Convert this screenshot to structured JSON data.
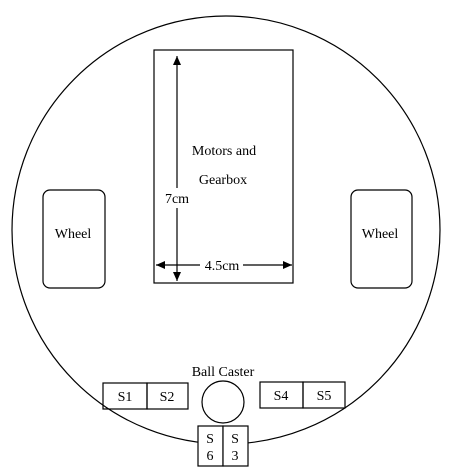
{
  "diagram": {
    "motor_label_line1": "Motors and",
    "motor_label_line2": "Gearbox",
    "height_dimension": "7cm",
    "width_dimension": "4.5cm",
    "left_wheel": "Wheel",
    "right_wheel": "Wheel",
    "ball_caster": "Ball Caster",
    "sensors": {
      "s1": "S1",
      "s2": "S2",
      "s4": "S4",
      "s5": "S5",
      "s6_line1": "S",
      "s6_line2": "6",
      "s3_line1": "S",
      "s3_line2": "3"
    }
  }
}
